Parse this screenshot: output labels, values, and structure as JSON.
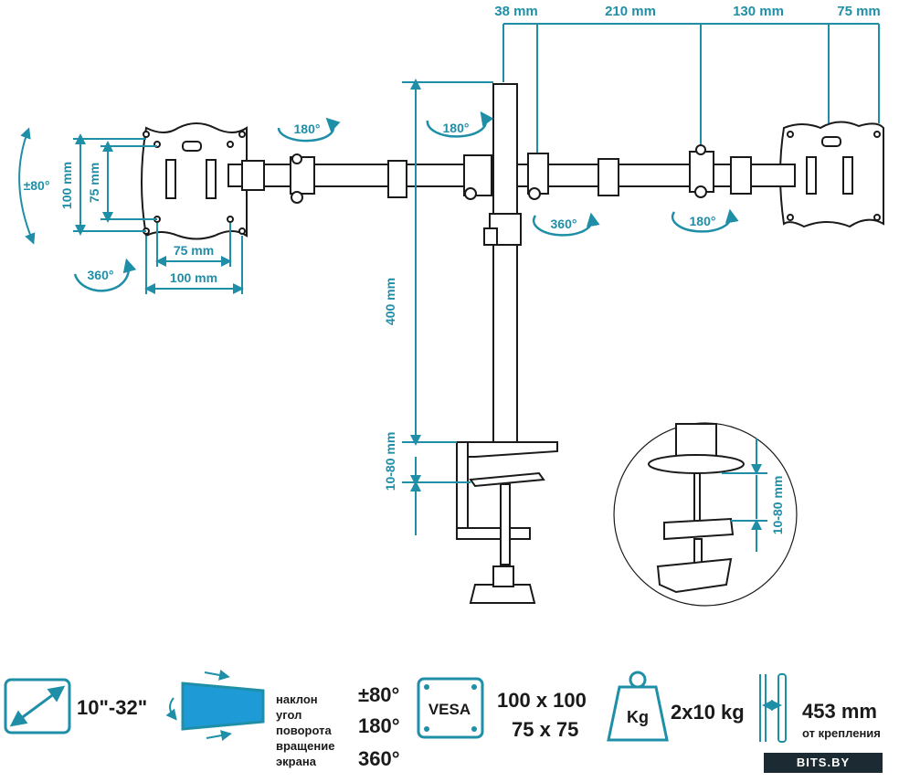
{
  "top_dims": {
    "d1": "38 mm",
    "d2": "210 mm",
    "d3": "130 mm",
    "d4": "75 mm"
  },
  "left_plate": {
    "h100": "100 mm",
    "h75": "75 mm",
    "w75": "75 mm",
    "w100": "100 mm",
    "tilt": "±80°",
    "rot": "360°"
  },
  "rotations": {
    "r1": "180°",
    "r2": "180°",
    "r3": "360°",
    "r4": "180°"
  },
  "pole": {
    "height": "400 mm",
    "clamp": "10-80 mm"
  },
  "inset": {
    "clamp": "10-80 mm"
  },
  "bottom": {
    "screen_size": "10\"-32\"",
    "labels": [
      "наклон",
      "угол",
      "поворота",
      "вращение",
      "экрана"
    ],
    "angles": [
      "±80°",
      "180°",
      "360°"
    ],
    "vesa": "VESA",
    "vesa_sizes": [
      "100 x 100",
      "75 x 75"
    ],
    "kg": "Kg",
    "load": "2x10 kg",
    "reach": "453 mm",
    "reach_label": "от крепления"
  },
  "brand": "BITS.BY",
  "colors": {
    "accent": "#1f8fa8",
    "line": "#1a1a1a",
    "screen": "#1e9ad6"
  }
}
